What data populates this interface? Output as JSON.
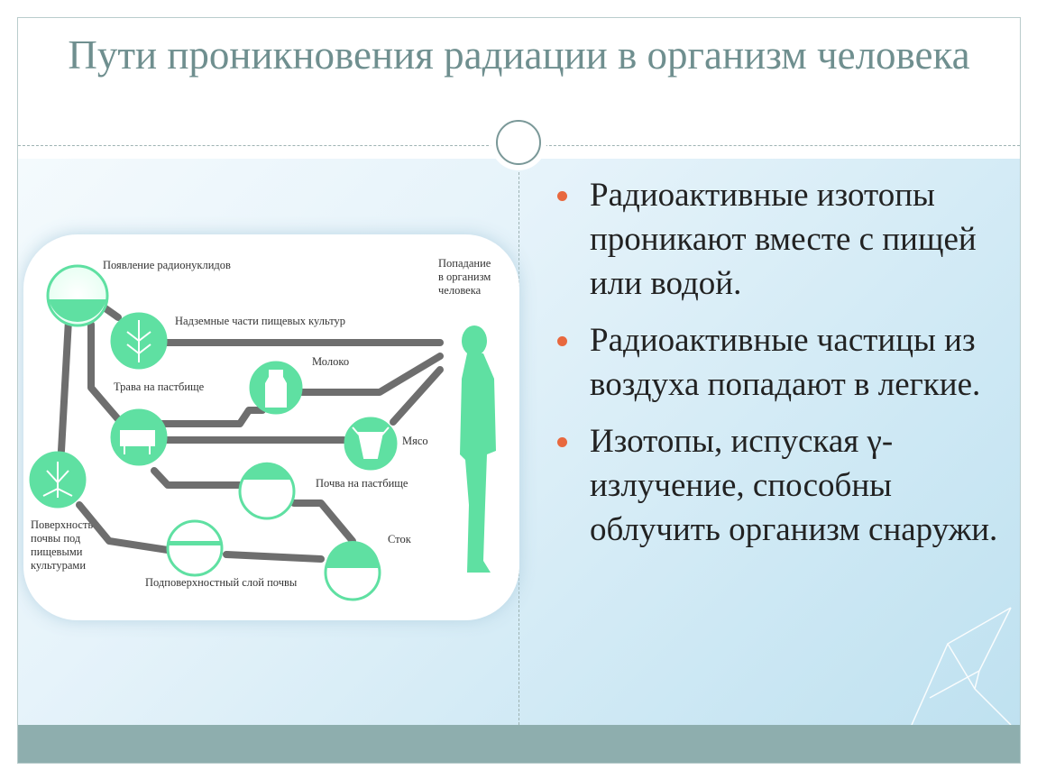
{
  "slide": {
    "title": "Пути проникновения радиации в организм человека"
  },
  "diagram": {
    "labels": {
      "radionuclides": "Появление радионуклидов",
      "crops": "Надземные части пищевых культур",
      "milk": "Молоко",
      "pasture_grass": "Трава на пастбище",
      "meat": "Мясо",
      "pasture_soil": "Почва на пастбище",
      "runoff": "Сток",
      "subsurface": "Подповерхностный слой почвы",
      "surface_lines": [
        "Поверхность",
        "почвы под",
        "пищевыми",
        "культурами"
      ],
      "entry_lines": [
        "Попадание",
        "в организм",
        "человека"
      ]
    }
  },
  "bullets": [
    {
      "text": "Радиоактивные изотопы проникают вместе с пищей или водой."
    },
    {
      "text": "Радиоактивные частицы из воздуха попадают в легкие."
    },
    {
      "text": "Изотопы, испуская γ-излучение, способны облучить организм снаружи."
    }
  ],
  "colors": {
    "title": "#6f8f8f",
    "accent_green": "#5fe0a2",
    "path_gray": "#6e6e6e",
    "bullet_dot": "#e8683e",
    "footer": "#8eaeae"
  }
}
